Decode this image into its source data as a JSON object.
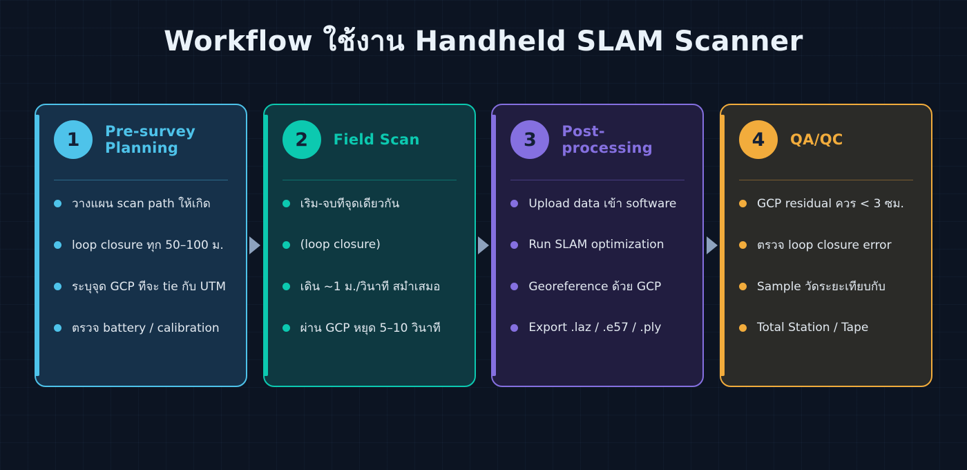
{
  "page": {
    "title": "Workflow ใช้งาน Handheld SLAM Scanner",
    "background_color": "#0c1422",
    "arrow_color": "#8da2be"
  },
  "steps": [
    {
      "number": "1",
      "title": "Pre-survey Planning",
      "accent_color": "#4ec3ea",
      "card_color": "#16314a",
      "items": [
        "วางแผน scan path ให้เกิด",
        "loop closure ทุก 50–100 ม.",
        "ระบุจุด GCP ทีจะ tie กับ UTM",
        "ตรวจ battery / calibration"
      ]
    },
    {
      "number": "2",
      "title": "Field Scan",
      "accent_color": "#0cc9b0",
      "card_color": "#0e3941",
      "items": [
        "เริม-จบทีจุดเดียวกัน",
        "(loop closure)",
        "เดิน ~1 ม./วินาที สมำเสมอ",
        "ผ่าน GCP หยุด 5–10 วินาที"
      ]
    },
    {
      "number": "3",
      "title": "Post-processing",
      "accent_color": "#8570e0",
      "card_color": "#211d40",
      "items": [
        "Upload data เข้า software",
        "Run SLAM optimization",
        "Georeference ด้วย GCP",
        "Export .laz / .e57 / .ply"
      ]
    },
    {
      "number": "4",
      "title": "QA/QC",
      "accent_color": "#f2ac3c",
      "card_color": "#2b2b28",
      "items": [
        "GCP residual ควร < 3 ซม.",
        "ตรวจ loop closure error",
        "Sample วัดระยะเทียบกับ",
        "Total Station / Tape"
      ]
    }
  ]
}
